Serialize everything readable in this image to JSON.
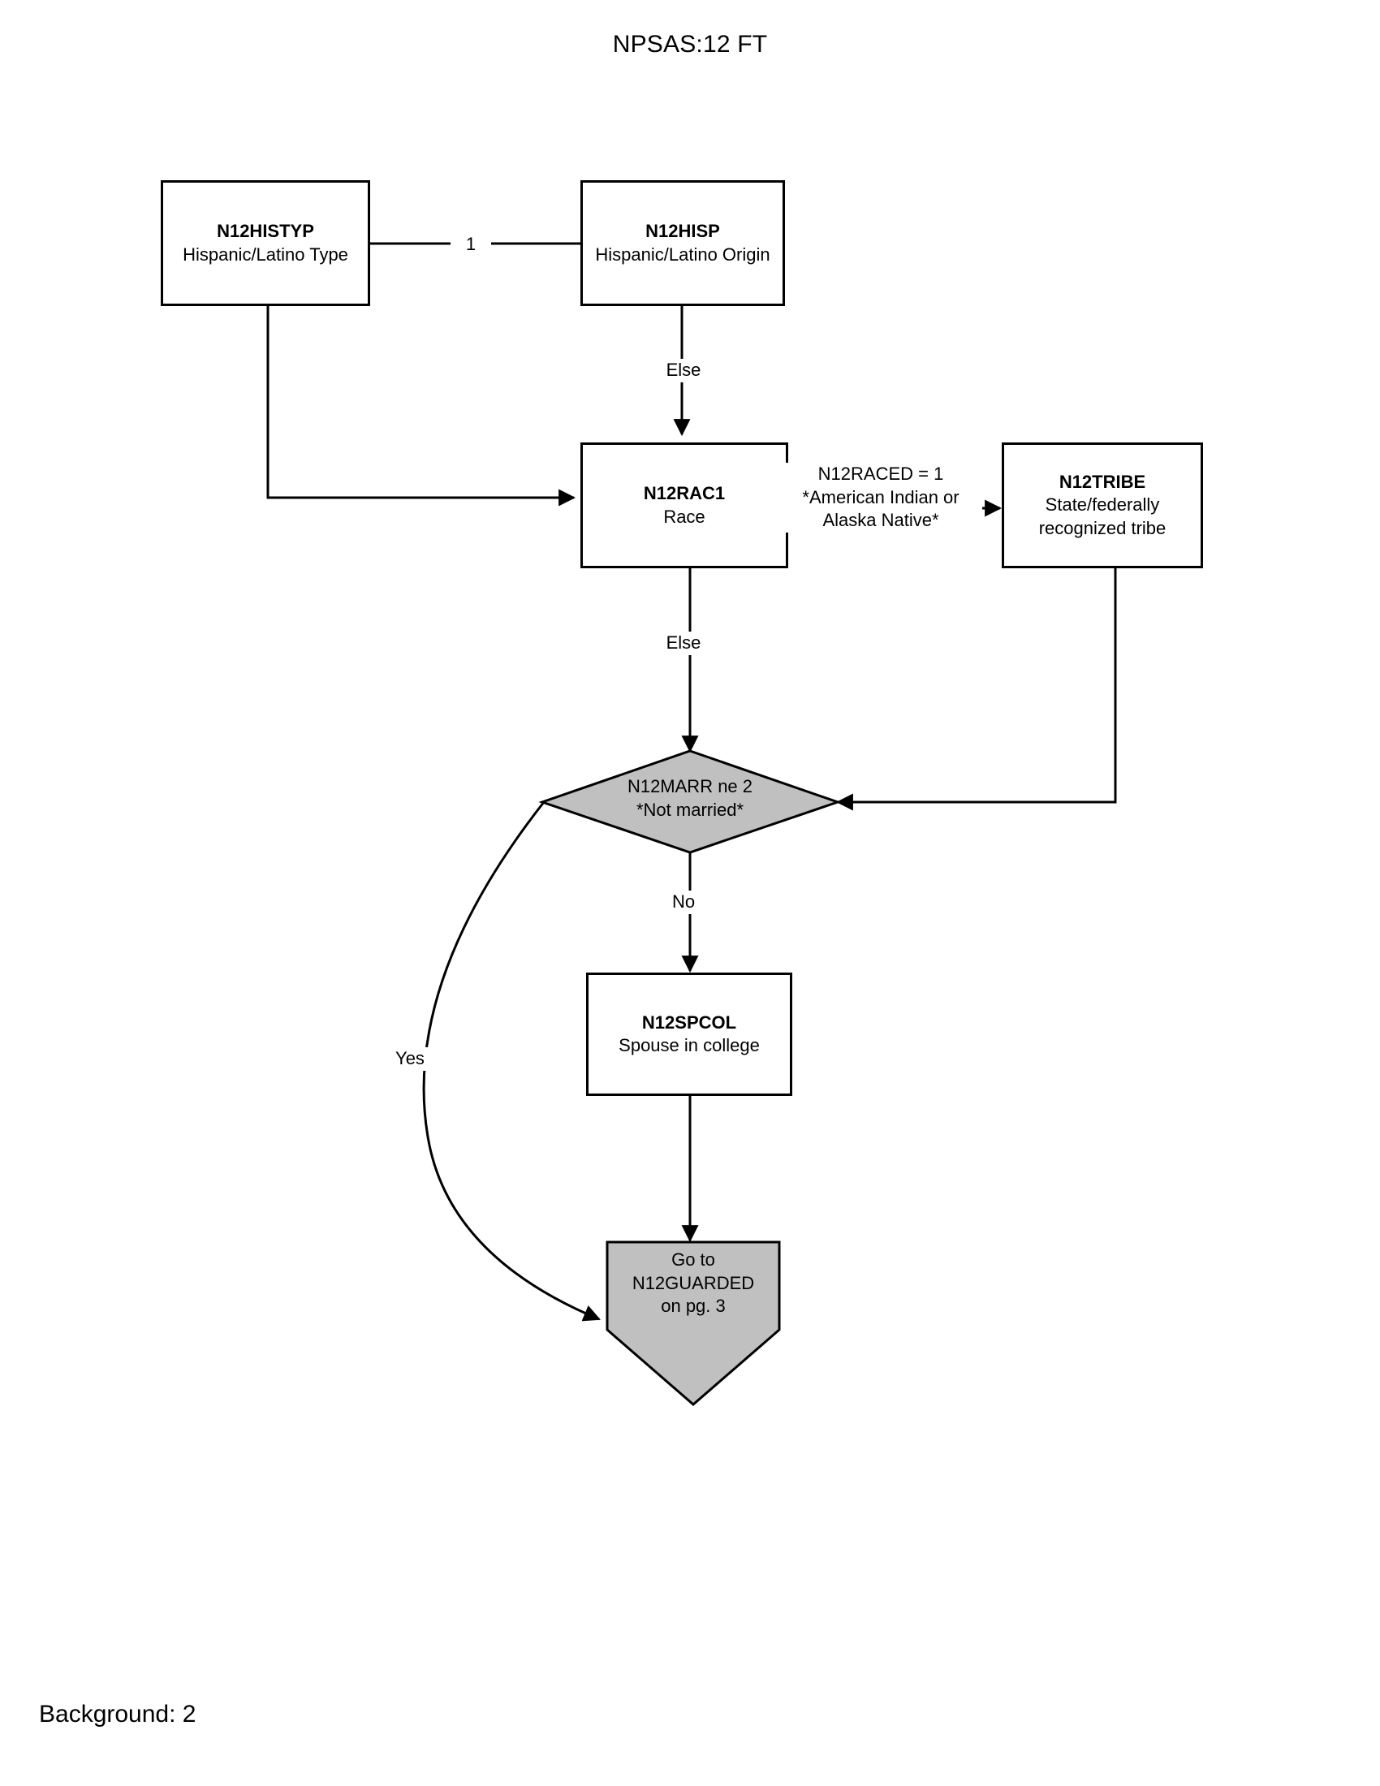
{
  "page": {
    "title": "NPSAS:12 FT",
    "footer": "Background: 2"
  },
  "colors": {
    "stroke": "#000000",
    "box_fill": "#ffffff",
    "decision_fill": "#c0c0c0",
    "terminal_fill": "#c0c0c0"
  },
  "nodes": {
    "histyp": {
      "code": "N12HISTYP",
      "desc": "Hispanic/Latino Type",
      "type": "process"
    },
    "hisp": {
      "code": "N12HISP",
      "desc": "Hispanic/Latino Origin",
      "type": "process"
    },
    "rac1": {
      "code": "N12RAC1",
      "desc": "Race",
      "type": "process"
    },
    "tribe": {
      "code": "N12TRIBE",
      "desc_line1": "State/federally",
      "desc_line2": "recognized tribe",
      "type": "process"
    },
    "marr": {
      "line1": "N12MARR ne 2",
      "line2": "*Not married*",
      "type": "decision"
    },
    "spcol": {
      "code": "N12SPCOL",
      "desc": "Spouse in college",
      "type": "process"
    },
    "goto": {
      "line1": "Go to",
      "line2": "N12GUARDED",
      "line3": "on pg. 3",
      "type": "terminal"
    }
  },
  "edges": {
    "hisp_to_histyp": "1",
    "hisp_to_rac1": "Else",
    "rac1_to_tribe_l1": "N12RACED = 1",
    "rac1_to_tribe_l2": "*American Indian or",
    "rac1_to_tribe_l3": "Alaska Native*",
    "rac1_to_marr": "Else",
    "marr_no": "No",
    "marr_yes": "Yes"
  }
}
